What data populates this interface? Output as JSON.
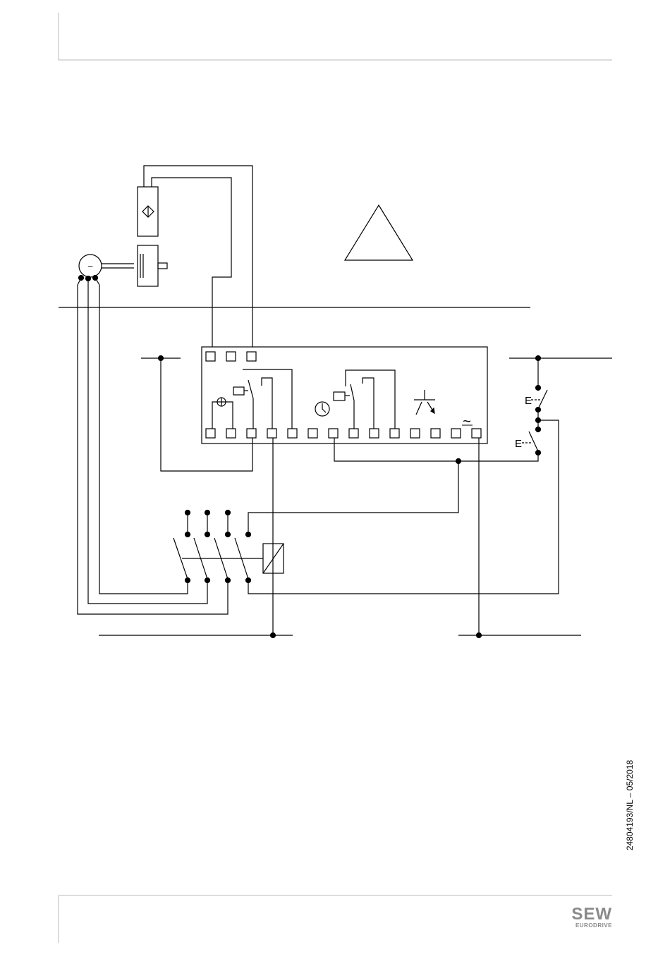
{
  "document": {
    "code": "24804193/NL – 05/2018"
  },
  "diagram": {
    "switch_label_upper": "E",
    "switch_label_lower": "E",
    "motor_symbol": "~",
    "supply_symbol": "~",
    "icons": [
      "motor-icon",
      "brake-icon",
      "encoder-icon",
      "warning-triangle-icon",
      "clock-icon",
      "relay-coil-icon",
      "transistor-icon",
      "contactor-coil-icon"
    ]
  },
  "logo": {
    "main": "SEW",
    "sub": "EURODRIVE"
  },
  "colors": {
    "line": "#000000",
    "frame": "#b9b9b9",
    "logo": "#8a8a8a"
  }
}
